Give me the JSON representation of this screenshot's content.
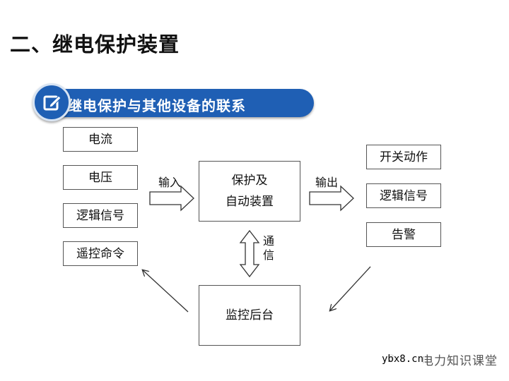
{
  "slide": {
    "title": "二、继电保护装置",
    "banner": {
      "text": "继电保护与其他设备的联系",
      "icon": "edit-icon",
      "color": "#1f5fb4"
    }
  },
  "diagram": {
    "inputs": [
      "电流",
      "电压",
      "逻辑信号",
      "遥控命令"
    ],
    "protection_device": {
      "line1": "保护及",
      "line2": "自动装置"
    },
    "outputs": [
      "开关动作",
      "逻辑信号",
      "告警"
    ],
    "monitor": "监控后台",
    "arrow_labels": {
      "input": "输入",
      "output": "输出",
      "comm_line1": "通",
      "comm_line2": "信"
    }
  },
  "watermark": {
    "url": "ybx8.cn",
    "name": "电力知识课堂"
  }
}
